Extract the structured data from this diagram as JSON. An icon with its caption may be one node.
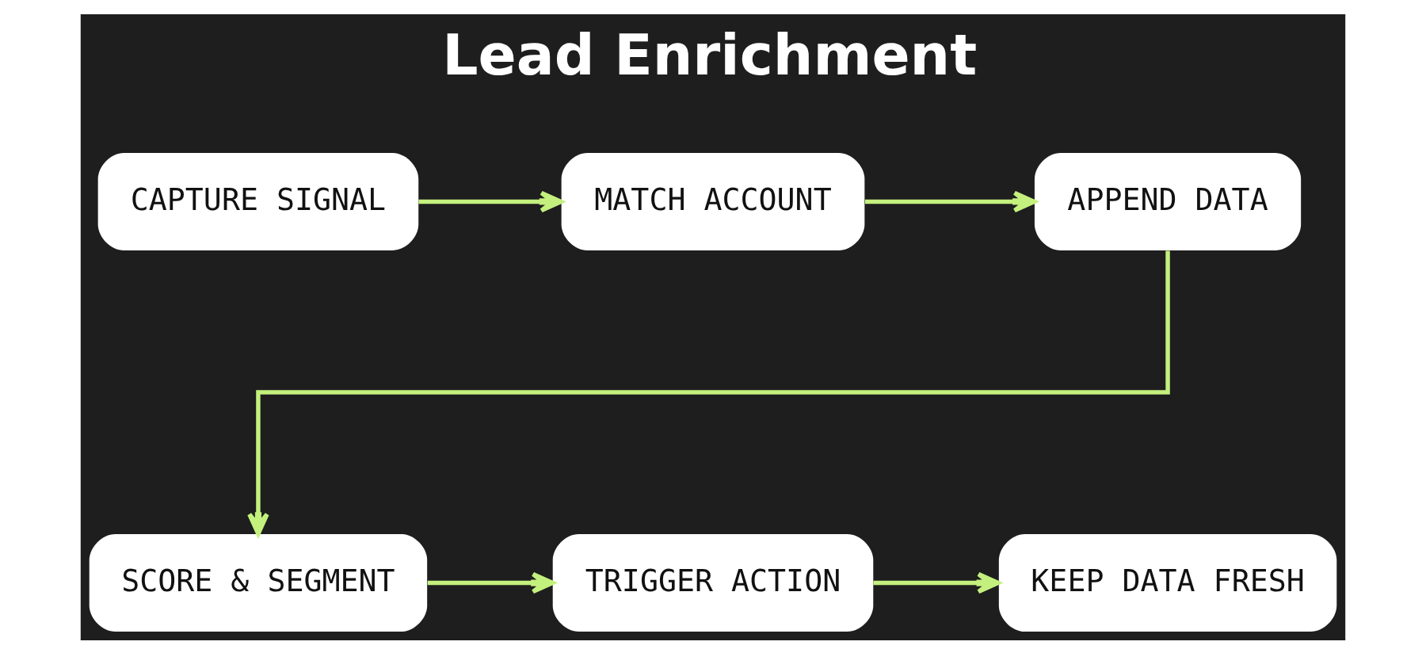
{
  "diagram": {
    "title": "Lead Enrichment",
    "nodes": [
      {
        "text": [
          "CAPTURE SIGNAL"
        ]
      },
      {
        "text": [
          "MATCH ACCOUNT"
        ]
      },
      {
        "text": [
          "APPEND DATA"
        ]
      },
      {
        "text": [
          "SCORE & SEGMENT"
        ]
      },
      {
        "text": [
          "TRIGGER ACTION"
        ]
      },
      {
        "text": [
          "KEEP DATA FRESH"
        ]
      }
    ],
    "edges": [
      {
        "from": 0,
        "to": 1,
        "arrow": "to"
      },
      {
        "from": 1,
        "to": 2,
        "arrow": "to"
      },
      {
        "from": 2,
        "to": 3,
        "arrow": "to"
      },
      {
        "from": 3,
        "to": 4,
        "arrow": "to"
      },
      {
        "from": 4,
        "to": 5,
        "arrow": "to"
      }
    ]
  }
}
